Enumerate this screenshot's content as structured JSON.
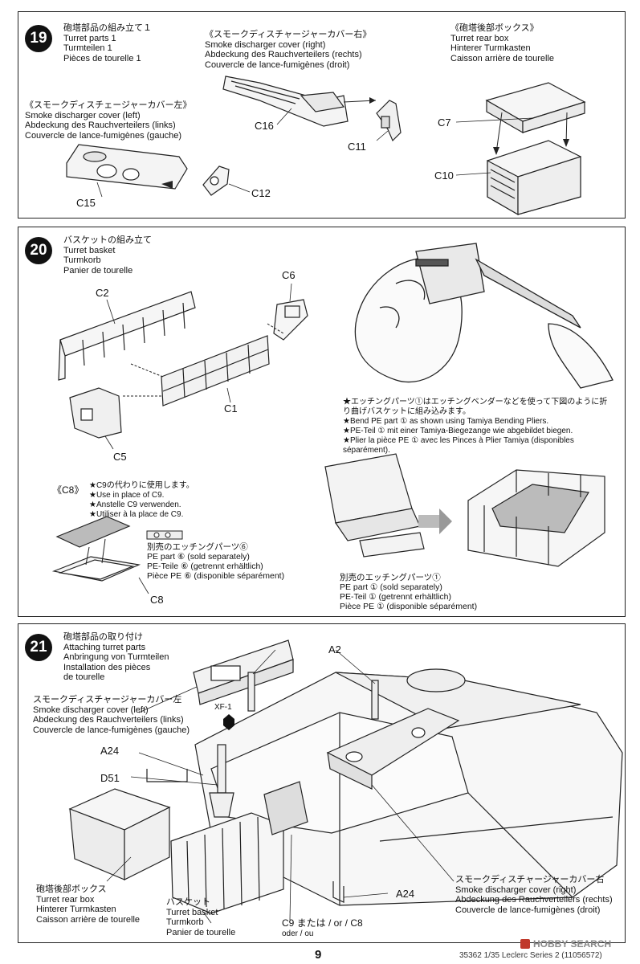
{
  "step19": {
    "number": "19",
    "title": [
      "砲塔部品の組み立て１",
      "Turret parts 1",
      "Turmteilen 1",
      "Pièces de tourelle 1"
    ],
    "smoke_right": [
      "《スモークディスチャージャーカバー右》",
      "Smoke discharger cover (right)",
      "Abdeckung des Rauchverteilers (rechts)",
      "Couvercle de lance-fumigènes (droit)"
    ],
    "smoke_left": [
      "《スモークディスチェージャーカバー左》",
      "Smoke discharger cover (left)",
      "Abdeckung des Rauchverteilers (links)",
      "Couvercle de lance-fumigènes (gauche)"
    ],
    "rear_box": [
      "《砲塔後部ボックス》",
      "Turret rear box",
      "Hinterer Turmkasten",
      "Caisson arrière de tourelle"
    ],
    "parts": {
      "c16": "C16",
      "c11": "C11",
      "c15": "C15",
      "c12": "C12",
      "c7": "C7",
      "c10": "C10"
    }
  },
  "step20": {
    "number": "20",
    "title": [
      "バスケットの組み立て",
      "Turret basket",
      "Turmkorb",
      "Panier de tourelle"
    ],
    "parts": {
      "c2": "C2",
      "c6": "C6",
      "c1": "C1",
      "c5": "C5",
      "c8": "C8"
    },
    "bend_note": [
      "★エッチングパーツ①はエッチングベンダーなどを使って下図のように折",
      "り曲げバスケットに組み込みます。",
      "★Bend PE part ① as shown using Tamiya Bending Pliers.",
      "★PE-Teil ① mit einer Tamiya-Biegezange wie abgebildet biegen.",
      "★Plier la pièce PE ① avec les Pinces à Plier Tamiya (disponibles",
      "séparément)."
    ],
    "c8_title": "《C8》",
    "c8_note": [
      "★C9の代わりに使用します。",
      "★Use in place of C9.",
      "★Anstelle C9 verwenden.",
      "★Utiliser à la place de C9."
    ],
    "pe6_note": [
      "別売のエッチングパーツ⑥",
      "PE part ⑥ (sold separately)",
      "PE-Teile ⑥ (getrennt erhältlich)",
      "Pièce PE ⑥ (disponible séparément)"
    ],
    "pe1_note": [
      "別売のエッチングパーツ①",
      "PE part ① (sold separately)",
      "PE-Teil ① (getrennt erhältlich)",
      "Pièce PE ① (disponible séparément)"
    ]
  },
  "step21": {
    "number": "21",
    "title": [
      "砲塔部品の取り付け",
      "Attaching turret parts",
      "Anbringung von Turmteilen",
      "Installation des pièces",
      "de tourelle"
    ],
    "smoke_left": [
      "スモークディスチャージャーカバー左",
      "Smoke discharger cover (left)",
      "Abdeckung des Rauchverteilers (links)",
      "Couvercle de lance-fumigènes (gauche)"
    ],
    "smoke_right": [
      "スモークディスチャージャーカバー右",
      "Smoke discharger cover (right)",
      "Abdeckung des Rauchverteilers (rechts)",
      "Couvercle de lance-fumigènes (droit)"
    ],
    "rear_box": [
      "砲塔後部ボックス",
      "Turret rear box",
      "Hinterer Turmkasten",
      "Caisson arrière de tourelle"
    ],
    "basket": [
      "バスケット",
      "Turret basket",
      "Turmkorb",
      "Panier de tourelle"
    ],
    "parts": {
      "a2": "A2",
      "xf1": "XF-1",
      "a24_left": "A24",
      "d51": "D51",
      "a24_right": "A24"
    },
    "c9_line1": "C9 または / or / C8",
    "c9_line2": "oder / ou"
  },
  "footer": {
    "page_number": "9",
    "code": "35362 1/35 Leclerc Series 2 (11056572)",
    "watermark": "HOBBY SEARCH"
  }
}
